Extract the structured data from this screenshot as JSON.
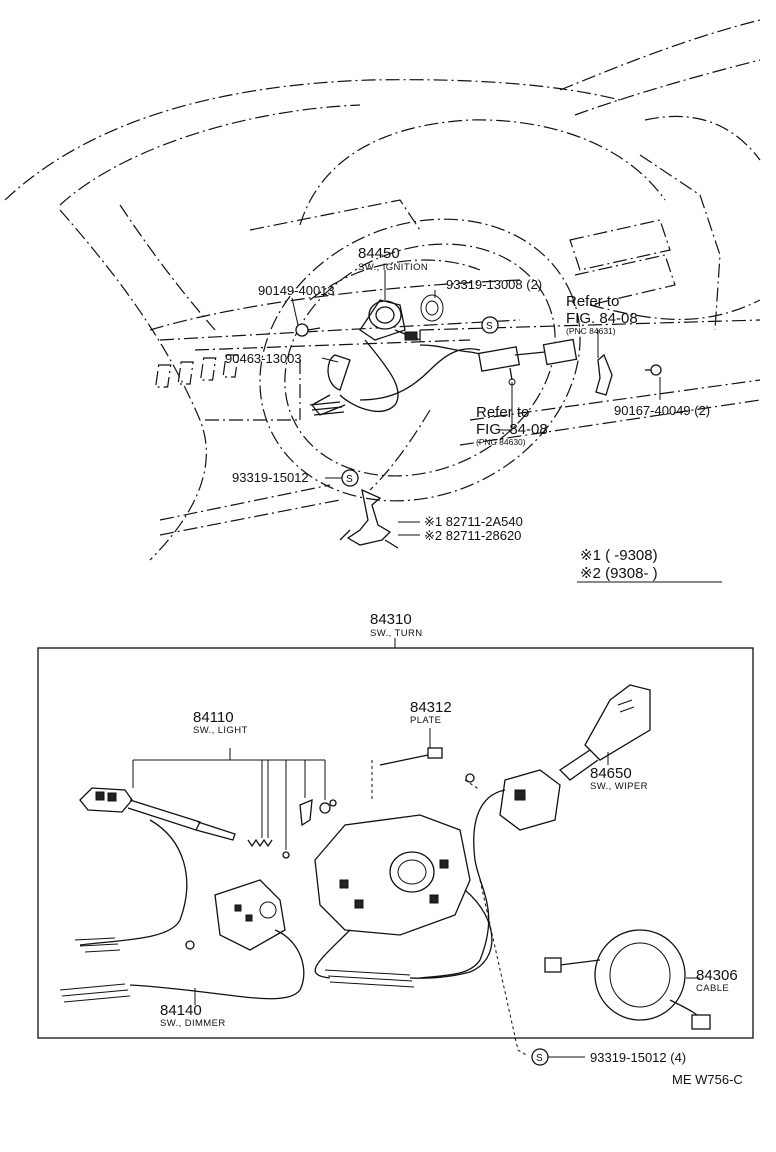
{
  "top": {
    "ignition": {
      "number": "84450",
      "name": "SW., IGNITION"
    },
    "bolt_a": "90149-40013",
    "screw_a": "93319-13008 (2)",
    "clamp": "90463-13003",
    "refer_upper": {
      "line1": "Refer to",
      "line2": "FIG. 84-08",
      "pnc": "(PNC 84631)"
    },
    "bolt_b": "90167-40049 (2)",
    "refer_lower": {
      "line1": "Refer to",
      "line2": "FIG. 84-08",
      "pnc": "(PNC 84630)"
    },
    "screw_b": "93319-15012",
    "bracket_1": "※1 82711-2A540",
    "bracket_2": "※2 82711-28620",
    "note_1": "※1 (      -9308)",
    "note_2": "※2 (9308-       )"
  },
  "bottom": {
    "turn": {
      "number": "84310",
      "name": "SW., TURN"
    },
    "light": {
      "number": "84110",
      "name": "SW., LIGHT"
    },
    "plate": {
      "number": "84312",
      "name": "PLATE"
    },
    "wiper": {
      "number": "84650",
      "name": "SW., WIPER"
    },
    "dimmer": {
      "number": "84140",
      "name": "SW., DIMMER"
    },
    "cable": {
      "number": "84306",
      "name": "CABLE"
    },
    "screw_c": "93319-15012 (4)",
    "ref_code": "ME W756-C"
  }
}
